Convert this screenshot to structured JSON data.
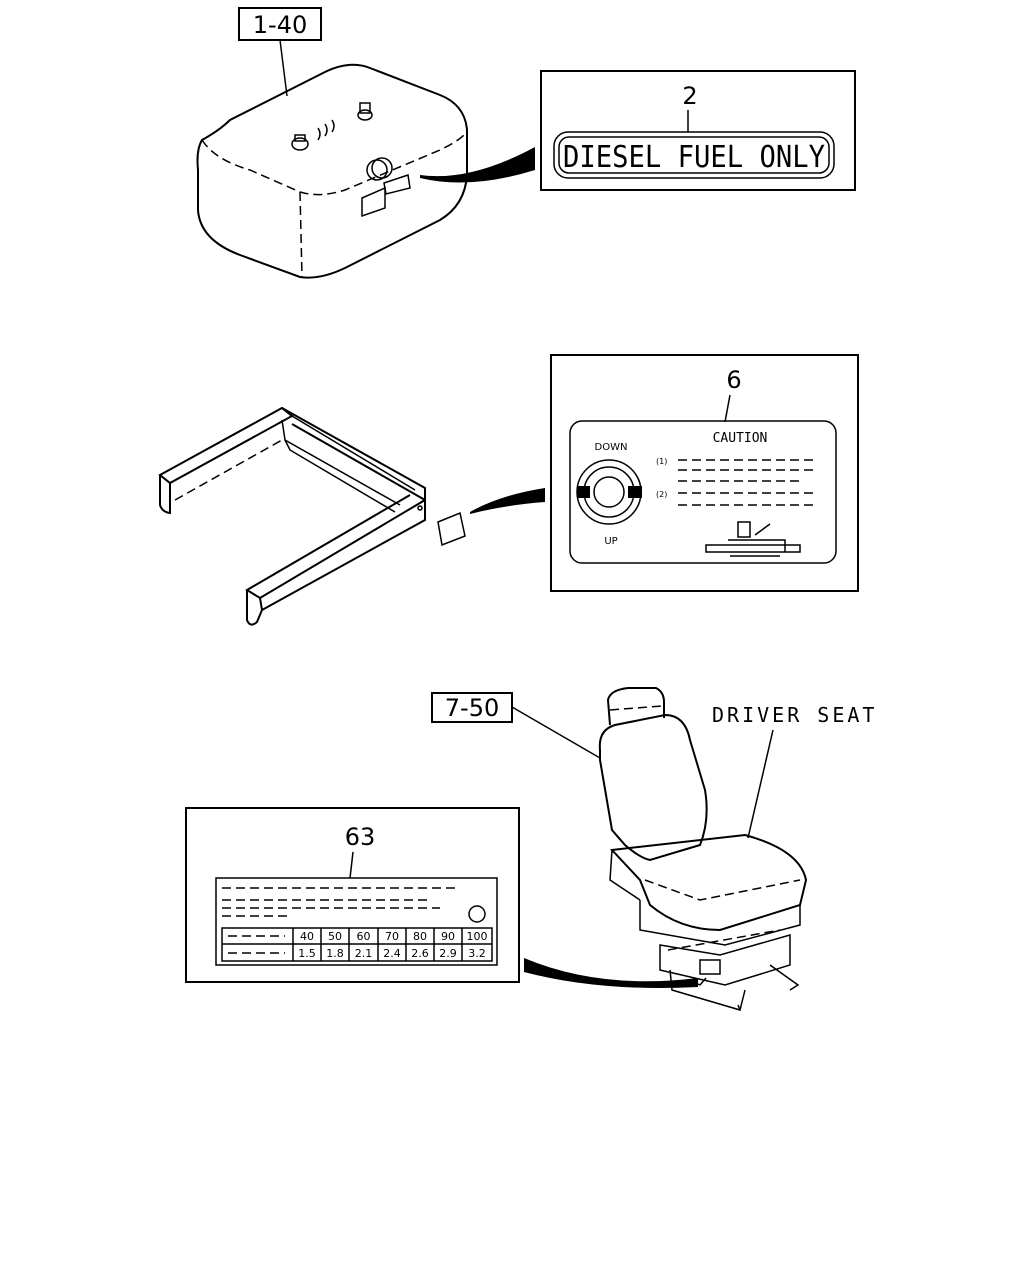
{
  "section1": {
    "ref_label": "1-40",
    "callout_number": "2",
    "decal_text": "DIESEL FUEL ONLY"
  },
  "section2": {
    "callout_number": "6",
    "decal": {
      "title": "CAUTION",
      "down_label": "DOWN",
      "up_label": "UP"
    }
  },
  "section3": {
    "ref_label": "7-50",
    "seat_label": "DRIVER SEAT",
    "callout_number": "63",
    "table_top_row": [
      "40",
      "50",
      "60",
      "70",
      "80",
      "90",
      "100"
    ],
    "table_bottom_row": [
      "1.5",
      "1.8",
      "2.1",
      "2.4",
      "2.6",
      "2.9",
      "3.2"
    ]
  }
}
